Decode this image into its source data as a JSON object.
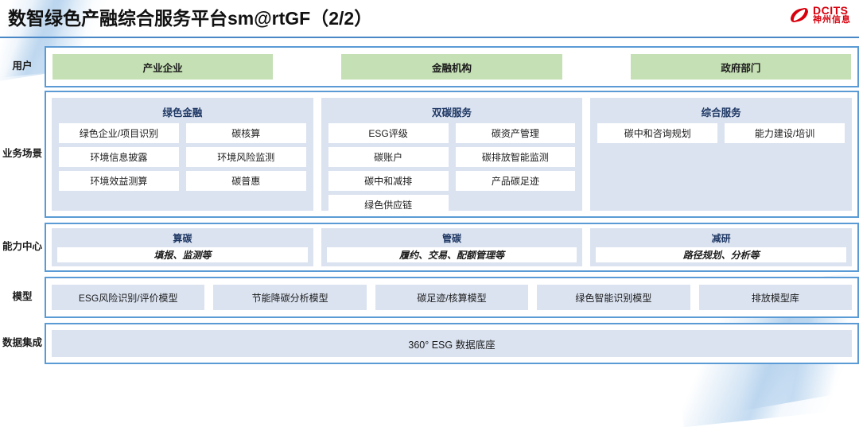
{
  "header": {
    "title": "数智绿色产融综合服务平台sm@rtGF（2/2）",
    "logo_en": "DCITS",
    "logo_cn": "神州信息"
  },
  "colors": {
    "frame_blue": "#5b9bd5",
    "panel_blue": "#dbe3f1",
    "chip_green": "#c5e0b4",
    "title_navy": "#1f3864",
    "logo_red": "#d9000d"
  },
  "rows": {
    "user": {
      "label": "用户",
      "chips": [
        "产业企业",
        "金融机构",
        "政府部门"
      ]
    },
    "business": {
      "label": "业务场景",
      "panels": [
        {
          "title": "绿色金融",
          "items": [
            "绿色企业/项目识别",
            "碳核算",
            "环境信息披露",
            "环境风险监测",
            "环境效益测算",
            "碳普惠"
          ]
        },
        {
          "title": "双碳服务",
          "items": [
            "ESG评级",
            "碳资产管理",
            "碳账户",
            "碳排放智能监测",
            "碳中和减排",
            "产品碳足迹",
            "绿色供应链"
          ]
        },
        {
          "title": "综合服务",
          "items": [
            "碳中和咨询规划",
            "能力建设/培训"
          ]
        }
      ]
    },
    "capability": {
      "label": "能力中心",
      "panels": [
        {
          "title": "算碳",
          "sub": "填报、监测等"
        },
        {
          "title": "管碳",
          "sub": "履约、交易、配额管理等"
        },
        {
          "title": "减研",
          "sub": "路径规划、分析等"
        }
      ]
    },
    "model": {
      "label": "模型",
      "chips": [
        "ESG风险识别/评价模型",
        "节能降碳分析模型",
        "碳足迹/核算模型",
        "绿色智能识别模型",
        "排放模型库"
      ]
    },
    "data": {
      "label": "数据集成",
      "bar": "360° ESG 数据底座"
    }
  }
}
